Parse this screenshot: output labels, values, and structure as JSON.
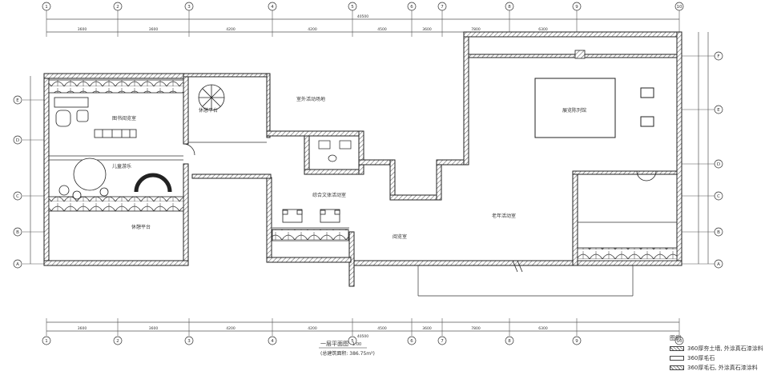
{
  "grid_top": [
    "1",
    "2",
    "3",
    "4",
    "5",
    "6",
    "7",
    "8",
    "9",
    "10"
  ],
  "grid_right": [
    "F",
    "E",
    "D",
    "C",
    "B",
    "A"
  ],
  "grid_left": [
    "E",
    "D",
    "C",
    "B",
    "A"
  ],
  "dim_top": [
    "3600",
    "3600",
    "4200",
    "4200",
    "4500",
    "3600",
    "7800",
    "6300"
  ],
  "dim_top_total": "40500",
  "dim_bottom": [
    "3600",
    "3600",
    "4200",
    "4200",
    "4500",
    "3600",
    "7800",
    "6300"
  ],
  "dim_bottom_total": "40500",
  "rooms": {
    "library": "图书阅览室",
    "leisure_terrace_upper": "休憩平台",
    "outdoor_activity": "室外活动场地",
    "child_entertainment": "儿童游乐",
    "leisure_terrace_lower": "休憩平台",
    "multi_culture": "综合文体活动室",
    "outdoor_show": "展览陈列馆",
    "elderly_activity": "老年活动室",
    "reading_room": "阅览室"
  },
  "title": "一层平面图",
  "scale": "1:00",
  "area_note": "(总建筑面积: 386.75m²)",
  "legend": {
    "heading": "图例",
    "items": [
      {
        "label": "360厚夯土墙, 外涂真石漆涂料",
        "hatch": true
      },
      {
        "label": "360厚毛石",
        "hatch": false
      },
      {
        "label": "360厚毛石, 外涂真石漆涂料",
        "hatch": true
      }
    ]
  }
}
